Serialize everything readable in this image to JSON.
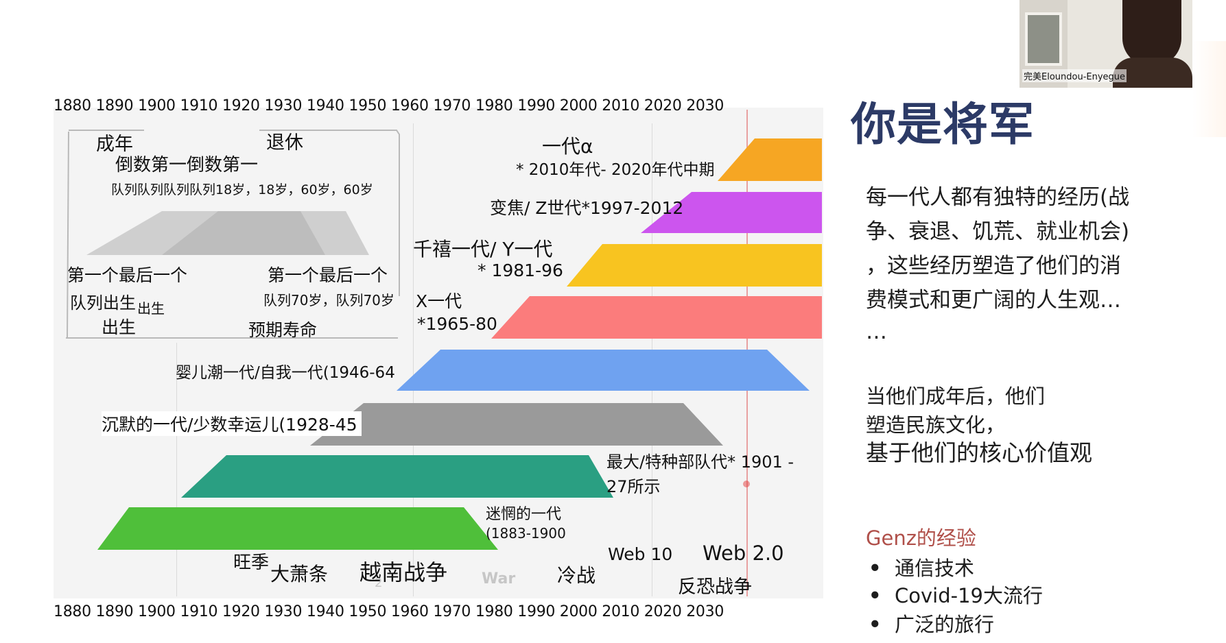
{
  "axis": {
    "top": "1880 1890 1900 1910 1920 1930 1940 1950 1960 1970 1980 1990 2000 2010 2020 2030",
    "bottom": "1880 1890 1900 1910 1920 1930 1940 1950 1960 1970 1980 1990 2000 2010 2020 2030"
  },
  "legend_box": {
    "adult": "成年",
    "retire": "退休",
    "countdown": "倒数第一倒数第一",
    "queue_ages": "队列队列队列队列18岁，18岁，60岁，60岁",
    "first_last_left": "第一个最后一个",
    "first_last_right": "第一个最后一个",
    "queue_birth": "队列出生",
    "birth_small": "出生",
    "birth": "出生",
    "queue_70": "队列70岁，队列70岁",
    "life_expectancy": "预期寿命"
  },
  "generations": {
    "alpha_name": "一代α",
    "alpha_years": "* 2010年代- 2020年代中期",
    "genz": "变焦/ Z世代*1997-2012",
    "millennial_name": "千禧一代/ Y一代",
    "millennial_years": "* 1981-96",
    "genx_name": "X一代",
    "genx_years": "*1965-80",
    "boomer": "婴儿潮一代/自我一代(1946-64",
    "silent": "沉默的一代/少数幸运儿(1928-45",
    "greatest_1": "最大/特种部队代* 1901 -",
    "greatest_2": "27所示",
    "lost_1": "迷惘的一代",
    "lost_2": "(1883-1900"
  },
  "events": {
    "boom": "旺季",
    "depression": "大萧条",
    "vietnam": "越南战争",
    "war_faint": "War",
    "ww_faint": "2",
    "cold_war": "冷战",
    "web10": "Web 10",
    "web20": "Web 2.0",
    "anti_terror": "反恐战争"
  },
  "slide": {
    "title": "你是将军",
    "para1_l1": "每一代人都有独特的经历(战",
    "para1_l2": "争、衰退、饥荒、就业机会)",
    "para1_l3": "，这些经历塑造了他们的消",
    "para1_l4": "费模式和更广阔的人生观…",
    "para1_l5": "…",
    "para2_l1": "当他们成年后，他们",
    "para2_l2": "塑造民族文化，",
    "para2_l3": "基于他们的核心价值观",
    "genz_heading": "Genz的经验",
    "bullets": [
      "通信技术",
      "Covid-19大流行",
      "广泛的旅行"
    ],
    "bullet_char": "•"
  },
  "video": {
    "participant": "完美Eloundou-Enyegue"
  },
  "colors": {
    "title": "#2c3a66",
    "genz_heading": "#b0504a",
    "alpha": "#f6a623",
    "genz": "#cc55ee",
    "millennial": "#f8c420",
    "genx": "#fb7c7c",
    "boomer": "#6fa2f0",
    "silent": "#9a9a9a",
    "greatest": "#2a9f82",
    "lost": "#4fbf3a",
    "redline": "#e23b3b"
  }
}
